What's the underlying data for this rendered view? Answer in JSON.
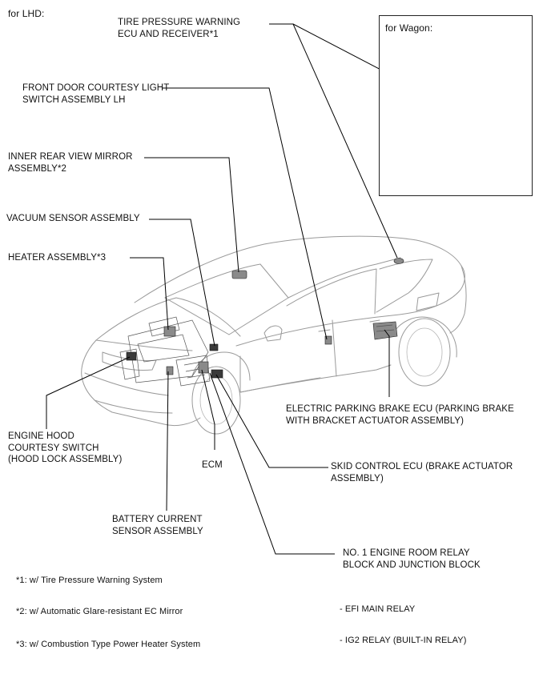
{
  "header": {
    "variant": "for LHD:"
  },
  "inset": {
    "title": "for Wagon:"
  },
  "labels": {
    "tpms": "TIRE PRESSURE WARNING\nECU AND RECEIVER*1",
    "door_switch": "FRONT DOOR COURTESY LIGHT\nSWITCH ASSEMBLY LH",
    "mirror": "INNER REAR VIEW MIRROR\nASSEMBLY*2",
    "vacuum": "VACUUM SENSOR ASSEMBLY",
    "heater": "HEATER ASSEMBLY*3",
    "epb": "ELECTRIC PARKING BRAKE ECU (PARKING BRAKE\nWITH BRACKET ACTUATOR ASSEMBLY)",
    "hood": "ENGINE HOOD\nCOURTESY SWITCH\n(HOOD LOCK ASSEMBLY)",
    "ecm": "ECM",
    "skid": "SKID CONTROL ECU (BRAKE ACTUATOR\nASSEMBLY)",
    "battery": "BATTERY CURRENT\nSENSOR ASSEMBLY",
    "relay_block": "NO. 1 ENGINE ROOM RELAY\nBLOCK AND JUNCTION BLOCK"
  },
  "relays": [
    "- EFI MAIN RELAY",
    "- IG2 RELAY (BUILT-IN RELAY)"
  ],
  "footnotes": [
    "*1: w/ Tire Pressure Warning System",
    "*2: w/ Automatic Glare-resistant EC Mirror",
    "*3: w/ Combustion Type Power Heater System"
  ]
}
